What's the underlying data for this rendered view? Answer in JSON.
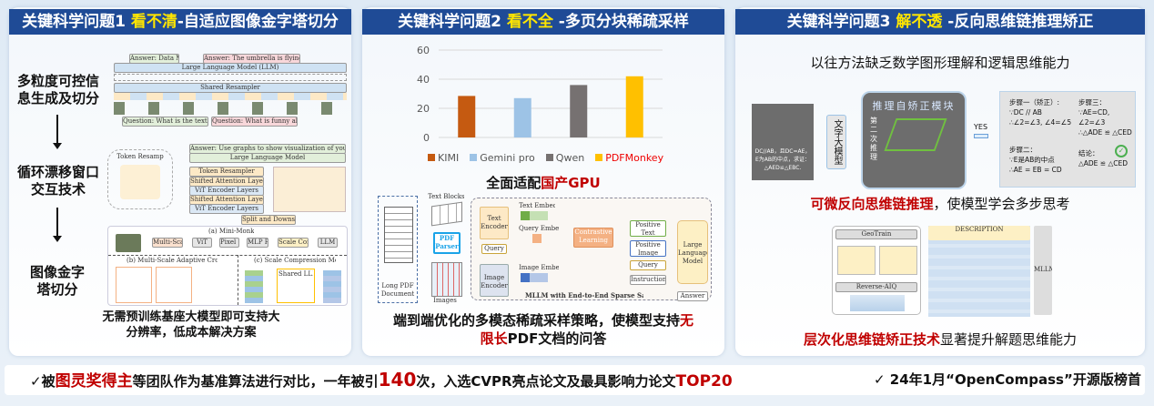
{
  "panel1": {
    "title_pre": "关键科学问题1 ",
    "title_hl": "看不清",
    "title_post": "-自适应图像金字塔切分",
    "steps": [
      "多粒度可控信息生成及切分",
      "循环漂移窗口交互技术",
      "图像金字塔切分"
    ],
    "fig1": {
      "answer1": "Answer: Data Manager",
      "answer2": "Answer: The umbrella is flying upside the sky",
      "llm": "Large Language Model (LLM)",
      "resampler": "Shared Resampler",
      "q1": "Question: What is the text on the sign?",
      "q2": "Question: What is funny about the image?"
    },
    "fig2": {
      "token_resampler": "Token Resampler",
      "llm": "Large Language Model",
      "answer": "Answer: Use graphs to show visualization of your data's analysis",
      "layers": [
        "Token Resampler",
        "Shifted Attention Layer",
        "ViT Encoder Layers",
        "Shifted Attention Layer",
        "ViT Encoder Layers"
      ],
      "module": "Split and Downscale Module"
    },
    "fig3": {
      "title_a": "(a) Mini-Monkey",
      "blocks": [
        "Multi-Scale Adaptive Crop Strategy",
        "ViT",
        "Pixel Shuffle",
        "MLP Projector",
        "Scale Compression Mechanism",
        "LLM"
      ],
      "title_b": "(b) Multi-Scale Adaptive Crop Strategy",
      "title_c": "(c) Scale Compression Mechanism",
      "shared": "Shared LLM's Layer"
    },
    "caption": "无需预训练基座大模型即可支持大分辨率，低成本解决方案"
  },
  "panel2": {
    "title_pre": "关键科学问题2 ",
    "title_hl": "看不全",
    "title_post": " -多页分块稀疏采样",
    "gpu_pre": "全面适配",
    "gpu_red": "国产GPU",
    "diagram": {
      "doc": "Long PDF Document",
      "text_blocks": "Text Blocks",
      "parser": "PDF Parser",
      "images": "Images",
      "text_encoder": "Text Encoder",
      "query": "Query",
      "image_encoder": "Image Encoder",
      "text_embed": "Text Embed.",
      "query_embed": "Query Embed.",
      "image_embed": "Image Embed.",
      "contrastive": "Contrastive Learning",
      "pos_text": "Positive Text",
      "pos_image": "Positive Image",
      "query2": "Query",
      "instruction": "Instruction",
      "llm": "Large Language Model",
      "answer": "Answer",
      "frame": "MLLM with End-to-End Sparse Sampling"
    },
    "caption_pre": "端到端优化的多模态稀疏采样策略，使模型支持",
    "caption_red": "无限长",
    "caption_post": "PDF文档的问答"
  },
  "chart_data": {
    "type": "bar",
    "categories": [
      "KIMI",
      "Gemini pro",
      "Qwen",
      "PDFMonkey"
    ],
    "values": [
      28.5,
      27,
      36,
      42
    ],
    "colors": [
      "#c55a11",
      "#9dc3e6",
      "#767171",
      "#ffc000"
    ],
    "ylim": [
      0,
      60
    ],
    "yticks": [
      0,
      20,
      40,
      60
    ],
    "legend": "bottom",
    "title": "",
    "xlabel": "",
    "ylabel": ""
  },
  "panel3": {
    "title_pre": "关键科学问题3 ",
    "title_hl": "解不透",
    "title_post": " -反向思维链推理矫正",
    "subtitle": "以往方法缺乏数学图形理解和逻辑思维能力",
    "problem": "DC//AB，且DC=AE，E为AB的中点，求证：△AED≌△EBC.",
    "llm": "文字大模型",
    "module_title": "推理自矫正模块",
    "second": "第二次推理",
    "yes": "YES",
    "steps": {
      "s1": "步骤一（矫正）:",
      "s1a": "∵DC // AB",
      "s1b": "∴∠2=∠3, ∠4=∠5",
      "s2": "步骤二：",
      "s2a": "∵E是AB的中点",
      "s2b": "∴AE = EB = CD",
      "s3": "步骤三：",
      "s3a": "∵AE=CD, ∠2=∠3",
      "s3b": "∴△ADE ≌ △CED",
      "c": "结论：",
      "ca": "△ADE ≌ △CED"
    },
    "cap1_red": "可微反向思维链推理",
    "cap1_post": "，使模型学会多步思考",
    "fig": {
      "geo": "GeoTrain",
      "desc": "DESCRIPTION",
      "mllm": "MLLM",
      "reverse": "Reverse-AIQ"
    },
    "cap2_red": "层次化思维链矫正技术",
    "cap2_post": "显著提升解题思维能力"
  },
  "banner": {
    "check": "✓",
    "p1": "被",
    "r1": "图灵奖得主",
    "p2": "等团队作为基准算法进行对比，一年被引",
    "r2": "140",
    "p3": "次，入选CVPR亮点论文及最具影响力论文",
    "r3": "TOP20",
    "right": "✓ 24年1月“OpenCompass”开源版榜首"
  }
}
